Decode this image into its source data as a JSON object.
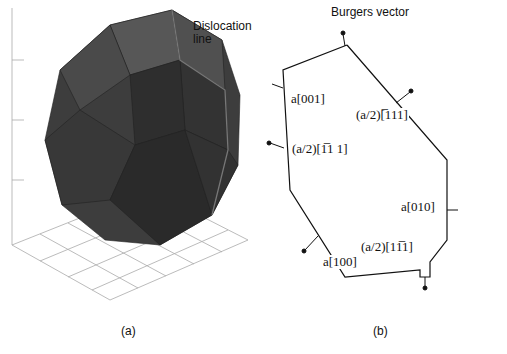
{
  "diagram": {
    "labels": [
      "Dislocation line",
      "Burgers vector",
      "a[001]",
      "(a/2)[̅111]",
      "(a/2)[1̅1 1]",
      "a[010]",
      "a[100]",
      "(a/2)[11̅1]",
      "(a)",
      "(b)"
    ]
  }
}
